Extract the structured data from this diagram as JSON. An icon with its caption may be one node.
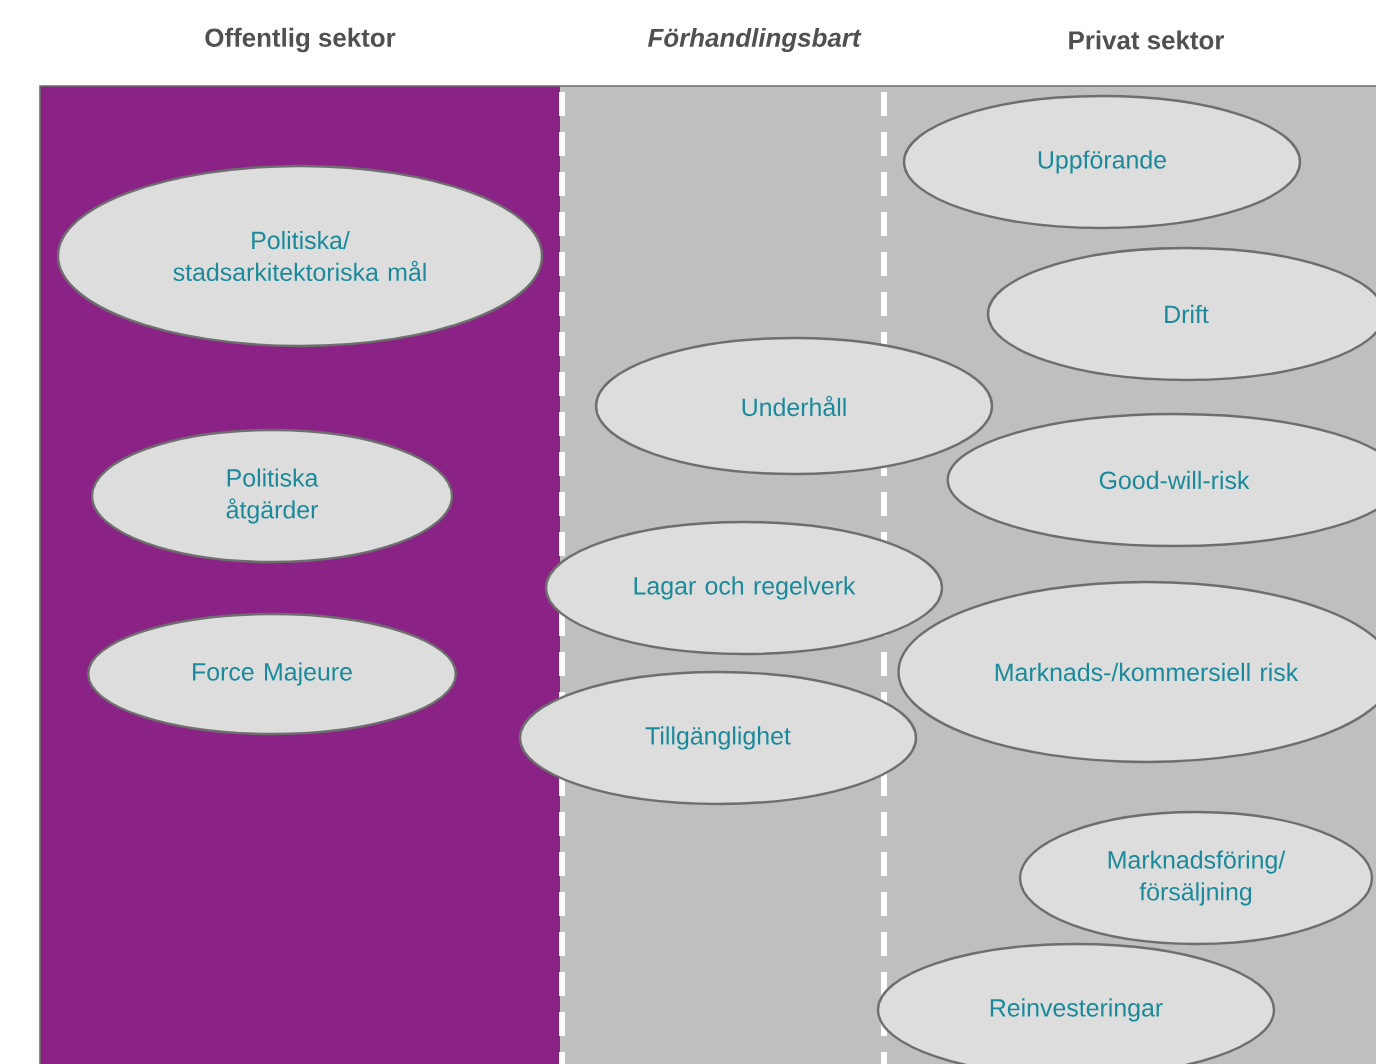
{
  "diagram": {
    "nodes": [
      {
        "text": [
          "Politiska/ stadsarkitektoriska mål"
        ]
      },
      {
        "text": [
          "Politiska åtgärder"
        ]
      },
      {
        "text": [
          "Force Majeure"
        ]
      },
      {
        "text": [
          "Uppförande"
        ]
      },
      {
        "text": [
          "Drift"
        ]
      },
      {
        "text": [
          "Underhåll"
        ]
      },
      {
        "text": [
          "Good-will-risk"
        ]
      },
      {
        "text": [
          "Lagar och regelverk"
        ]
      },
      {
        "text": [
          "Marknads-/kommersiell risk"
        ]
      },
      {
        "text": [
          "Tillgänglighet"
        ]
      },
      {
        "text": [
          "Marknadsföring/ försäljning"
        ]
      },
      {
        "text": [
          "Reinvesteringar"
        ]
      }
    ],
    "labels": [
      "Offentlig sektor",
      "Förhandlingsbart",
      "Privat sektor"
    ]
  }
}
